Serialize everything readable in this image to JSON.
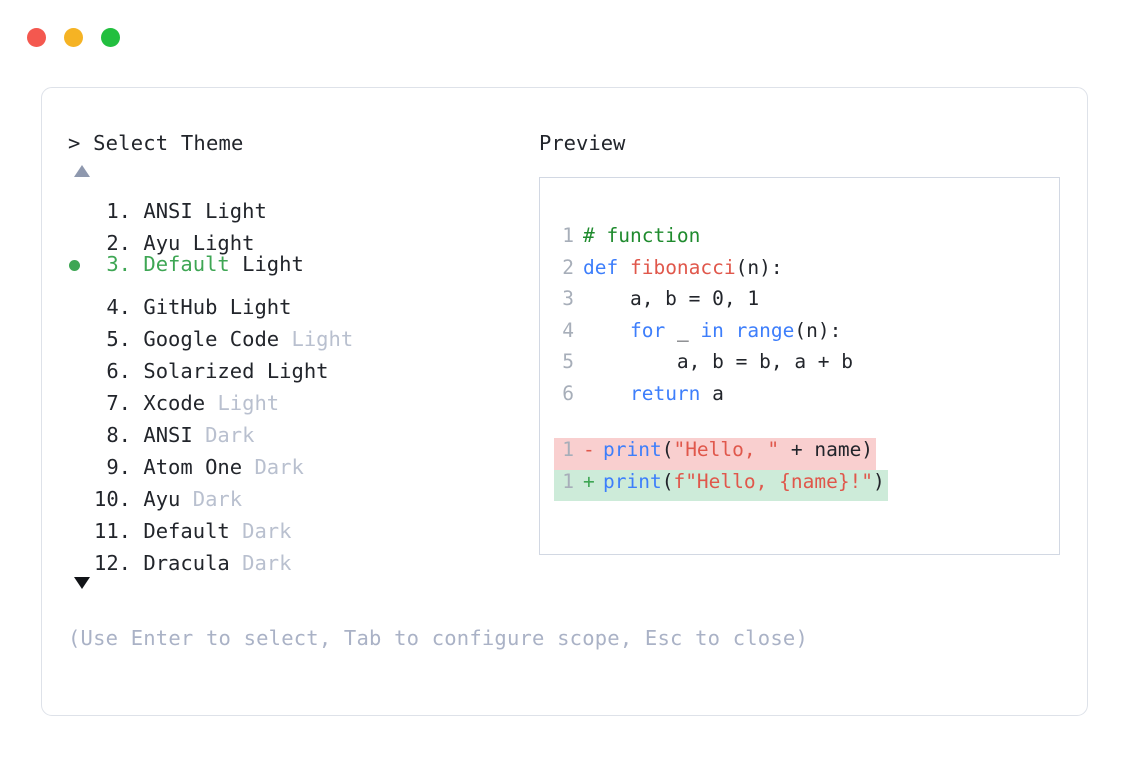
{
  "window": {
    "dots": [
      {
        "name": "close-dot",
        "color": "#f4584f"
      },
      {
        "name": "minimize-dot",
        "color": "#f5b324"
      },
      {
        "name": "maximize-dot",
        "color": "#22bf3f"
      }
    ]
  },
  "colors": {
    "accent_green": "#3ea654",
    "muted": "#b9c0cf",
    "hint": "#aab2c6",
    "border": "#dee2e9",
    "preview_border": "#d2d8e3",
    "diff_del_bg": "#f9cfcf",
    "diff_add_bg": "#cdebd9",
    "keyword": "#3d7efb",
    "string": "#e0574b",
    "comment": "#1f8b2e",
    "linenumber": "#a7aeb9"
  },
  "selector": {
    "prompt": "> Select Theme",
    "scroll_up_icon": "triangle-up-icon",
    "scroll_down_icon": "triangle-down-icon",
    "items": [
      {
        "number": " 1.",
        "name": "ANSI",
        "variant": "Light",
        "selected": false,
        "variant_muted": false
      },
      {
        "number": " 2.",
        "name": "Ayu",
        "variant": "Light",
        "selected": false,
        "variant_muted": false
      },
      {
        "number": " 3.",
        "name": "Default",
        "variant": "Light",
        "selected": true,
        "variant_muted": false
      },
      {
        "number": " 4.",
        "name": "GitHub",
        "variant": "Light",
        "selected": false,
        "variant_muted": false
      },
      {
        "number": " 5.",
        "name": "Google Code",
        "variant": "Light",
        "selected": false,
        "variant_muted": true
      },
      {
        "number": " 6.",
        "name": "Solarized",
        "variant": "Light",
        "selected": false,
        "variant_muted": false
      },
      {
        "number": " 7.",
        "name": "Xcode",
        "variant": "Light",
        "selected": false,
        "variant_muted": true
      },
      {
        "number": " 8.",
        "name": "ANSI",
        "variant": "Dark",
        "selected": false,
        "variant_muted": true
      },
      {
        "number": " 9.",
        "name": "Atom One",
        "variant": "Dark",
        "selected": false,
        "variant_muted": true
      },
      {
        "number": "10.",
        "name": "Ayu",
        "variant": "Dark",
        "selected": false,
        "variant_muted": true
      },
      {
        "number": "11.",
        "name": "Default",
        "variant": "Dark",
        "selected": false,
        "variant_muted": true
      },
      {
        "number": "12.",
        "name": "Dracula",
        "variant": "Dark",
        "selected": false,
        "variant_muted": true
      }
    ],
    "hint": "(Use Enter to select, Tab to configure scope, Esc to close)"
  },
  "preview": {
    "label": "Preview",
    "code_lines": [
      {
        "n": "1",
        "tokens": [
          {
            "t": "# function",
            "c": "com"
          }
        ]
      },
      {
        "n": "2",
        "tokens": [
          {
            "t": "def ",
            "c": "kw"
          },
          {
            "t": "fibonacci",
            "c": "fn"
          },
          {
            "t": "(n):",
            "c": "pl"
          }
        ]
      },
      {
        "n": "3",
        "tokens": [
          {
            "t": "    a, b = 0, 1",
            "c": "pl"
          }
        ]
      },
      {
        "n": "4",
        "tokens": [
          {
            "t": "    ",
            "c": "pl"
          },
          {
            "t": "for",
            "c": "kw"
          },
          {
            "t": " _ ",
            "c": "pl"
          },
          {
            "t": "in ",
            "c": "kw"
          },
          {
            "t": "range",
            "c": "bi"
          },
          {
            "t": "(n):",
            "c": "pl"
          }
        ]
      },
      {
        "n": "5",
        "tokens": [
          {
            "t": "        a, b = b, a + b",
            "c": "pl"
          }
        ]
      },
      {
        "n": "6",
        "tokens": [
          {
            "t": "    ",
            "c": "pl"
          },
          {
            "t": "return",
            "c": "kw"
          },
          {
            "t": " a",
            "c": "pl"
          }
        ]
      }
    ],
    "diff_lines": [
      {
        "n": "1",
        "mark": "-",
        "kind": "del",
        "tokens": [
          {
            "t": "print",
            "c": "bi"
          },
          {
            "t": "(",
            "c": "pl"
          },
          {
            "t": "\"Hello, \"",
            "c": "str"
          },
          {
            "t": " + name)",
            "c": "pl"
          }
        ]
      },
      {
        "n": "1",
        "mark": "+",
        "kind": "add",
        "tokens": [
          {
            "t": "print",
            "c": "bi"
          },
          {
            "t": "(",
            "c": "pl"
          },
          {
            "t": "f\"Hello, {name}!\"",
            "c": "str"
          },
          {
            "t": ")",
            "c": "pl"
          }
        ]
      }
    ]
  }
}
